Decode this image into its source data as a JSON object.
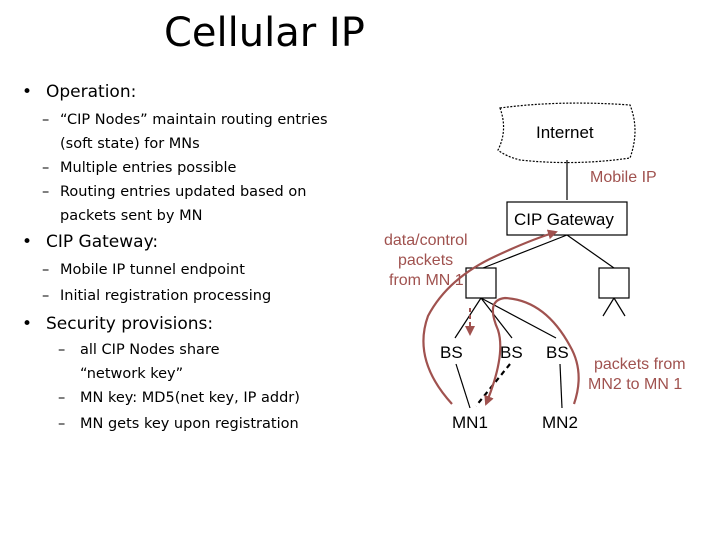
{
  "title": "Cellular IP",
  "bullets": [
    {
      "label": "Operation:",
      "items": [
        "“CIP Nodes” maintain routing entries (soft state) for MNs",
        "Multiple entries possible",
        "Routing entries updated based on packets sent by MN"
      ]
    },
    {
      "label": "CIP Gateway:",
      "items": [
        "Mobile IP tunnel endpoint",
        "Initial registration processing"
      ]
    },
    {
      "label": "Security provisions:",
      "items": [
        "all CIP Nodes share “network key”",
        "MN key: MD5(net key, IP addr)",
        "MN gets key upon registration"
      ]
    }
  ],
  "diagram": {
    "internet": "Internet",
    "mobile_ip": "Mobile IP",
    "cip_gateway": "CIP Gateway",
    "data_control": [
      "data/control",
      "packets",
      "from MN 1"
    ],
    "bs": [
      "BS",
      "BS",
      "BS"
    ],
    "mn1": "MN1",
    "mn2": "MN2",
    "packets_from": [
      "packets from",
      "MN2 to MN 1"
    ]
  },
  "colors": {
    "accent": "#a0524f",
    "text": "#000000"
  }
}
